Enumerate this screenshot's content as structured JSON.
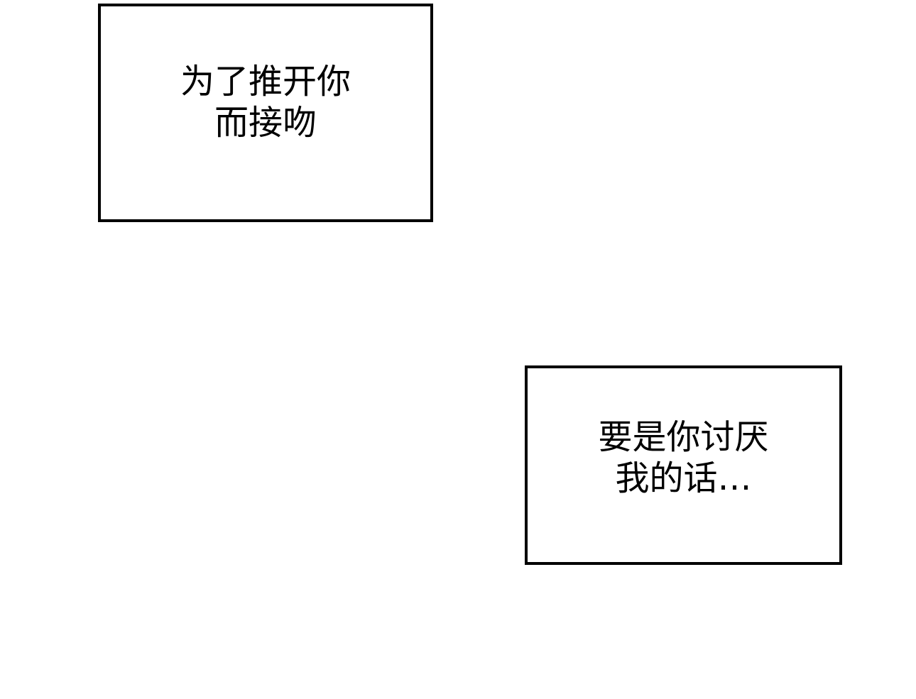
{
  "captions": [
    {
      "lines": [
        "为了推开你",
        "而接吻"
      ]
    },
    {
      "lines": [
        "要是你讨厌",
        "我的话…"
      ]
    }
  ]
}
